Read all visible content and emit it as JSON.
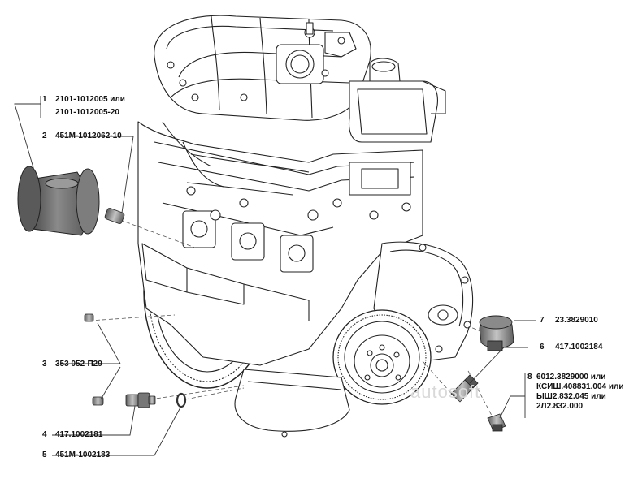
{
  "parts": [
    {
      "num": "1",
      "codes": [
        "2101-1012005 или",
        "2101-1012005-20"
      ]
    },
    {
      "num": "2",
      "codes": [
        "451М-1012062-10"
      ]
    },
    {
      "num": "3",
      "codes": [
        "353 052-П29"
      ]
    },
    {
      "num": "4",
      "codes": [
        "417.1002181"
      ]
    },
    {
      "num": "5",
      "codes": [
        "451М-1002183"
      ]
    },
    {
      "num": "6",
      "codes": [
        "417.1002184"
      ]
    },
    {
      "num": "7",
      "codes": [
        "23.3829010"
      ]
    },
    {
      "num": "8",
      "codes": [
        "6012.3829000 или",
        "КСИШ.408831.004 или",
        "ЫШ2.832.045 или",
        "2Л2.832.000"
      ]
    }
  ],
  "watermark": "autosoft",
  "colors": {
    "line": "#222222",
    "metal": "#6e6e6e",
    "metal_light": "#b8b8b8"
  }
}
